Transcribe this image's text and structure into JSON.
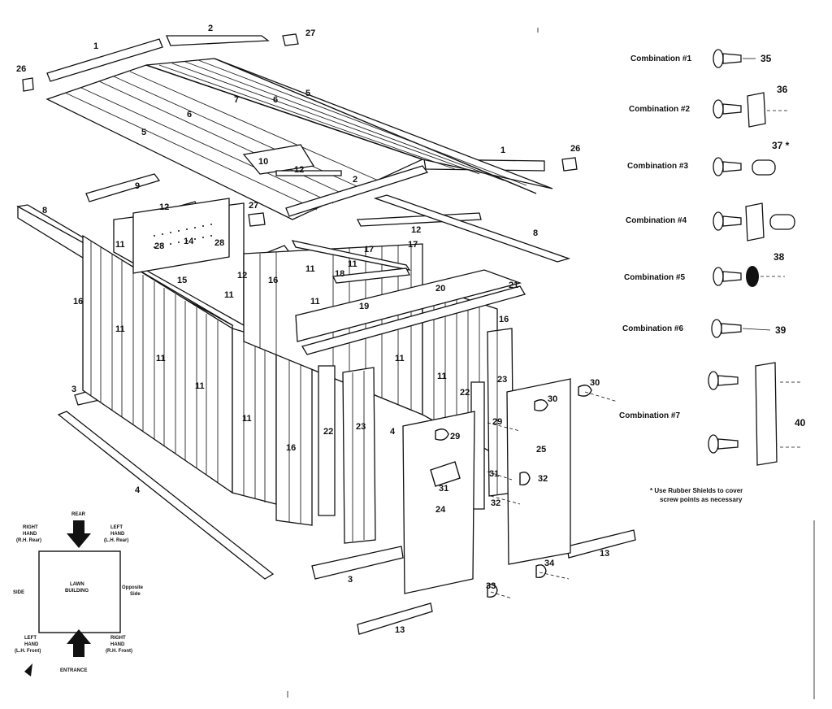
{
  "colors": {
    "ink": "#111111",
    "paper": "#ffffff"
  },
  "parts": {
    "p1a": "1",
    "p1b": "1",
    "p2a": "2",
    "p2b": "2",
    "p3a": "3",
    "p3b": "3",
    "p4a": "4",
    "p4b": "4",
    "p5a": "5",
    "p5b": "5",
    "p6a": "6",
    "p6b": "6",
    "p7": "7",
    "p8a": "8",
    "p8b": "8",
    "p9": "9",
    "p10": "10",
    "p11a": "11",
    "p11b": "11",
    "p11c": "11",
    "p11d": "11",
    "p11e": "11",
    "p11f": "11",
    "p11g": "11",
    "p11h": "11",
    "p11i": "11",
    "p11j": "11",
    "p11k": "11",
    "p12a": "12",
    "p12b": "12",
    "p12c": "12",
    "p12d": "12",
    "p13a": "13",
    "p13b": "13",
    "p14": "14",
    "p15": "15",
    "p16a": "16",
    "p16b": "16",
    "p16c": "16",
    "p16d": "16",
    "p17a": "17",
    "p17b": "17",
    "p18": "18",
    "p19": "19",
    "p20": "20",
    "p21": "21",
    "p22a": "22",
    "p22b": "22",
    "p23a": "23",
    "p23b": "23",
    "p24": "24",
    "p25": "25",
    "p26a": "26",
    "p26b": "26",
    "p27a": "27",
    "p27b": "27",
    "p28a": "28",
    "p28b": "28",
    "p29a": "29",
    "p29b": "29",
    "p30a": "30",
    "p30b": "30",
    "p31a": "31",
    "p31b": "31",
    "p32a": "32",
    "p32b": "32",
    "p33": "33",
    "p34": "34"
  },
  "combinations": [
    {
      "label": "Combination #1",
      "number": "35"
    },
    {
      "label": "Combination #2",
      "number": "36"
    },
    {
      "label": "Combination #3",
      "number": "37 *"
    },
    {
      "label": "Combination #4",
      "number": ""
    },
    {
      "label": "Combination #5",
      "number": "38"
    },
    {
      "label": "Combination #6",
      "number": "39"
    },
    {
      "label": "Combination #7",
      "number": "40"
    }
  ],
  "note": {
    "line1": "* Use Rubber Shields to cover",
    "line2": "screw points as necessary"
  },
  "orientation": {
    "rear": "REAR",
    "rh_rear_1": "RIGHT",
    "rh_rear_2": "HAND",
    "rh_rear_3": "(R.H. Rear)",
    "lh_rear_1": "LEFT",
    "lh_rear_2": "HAND",
    "lh_rear_3": "(L.H. Rear)",
    "side": "SIDE",
    "center_1": "LAWN",
    "center_2": "BUILDING",
    "opposite_1": "Opposite",
    "opposite_2": "Side",
    "lh_front_1": "LEFT",
    "lh_front_2": "HAND",
    "lh_front_3": "(L.H. Front)",
    "rh_front_1": "RIGHT",
    "rh_front_2": "HAND",
    "rh_front_3": "(R.H. Front)",
    "entrance": "ENTRANCE"
  }
}
